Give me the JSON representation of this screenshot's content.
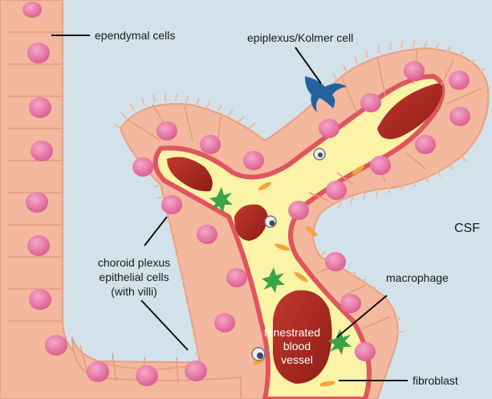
{
  "labels": {
    "ependymal": "ependymal cells",
    "epiplexus": "epiplexus/Kolmer cell",
    "csf": "CSF",
    "choroid_line1": "choroid plexus",
    "choroid_line2": "epithelial cells",
    "choroid_line3": "(with villi)",
    "macrophage": "macrophage",
    "vessel_line1": "fenestrated",
    "vessel_line2": "blood",
    "vessel_line3": "vessel",
    "fibroblast": "fibroblast"
  },
  "colors": {
    "csf_background": "#d3e1ea",
    "cell_layer": "#f3b89d",
    "cell_layer_dark": "#e99f84",
    "basement_membrane": "#e0555e",
    "stroma": "#fbf3a6",
    "stroma_dark": "#f5e27a",
    "blood_vessel": "#a5271f",
    "nucleus": "#e977a5",
    "macrophage": "#3aa44a",
    "kolmer_cell": "#25619e"
  }
}
